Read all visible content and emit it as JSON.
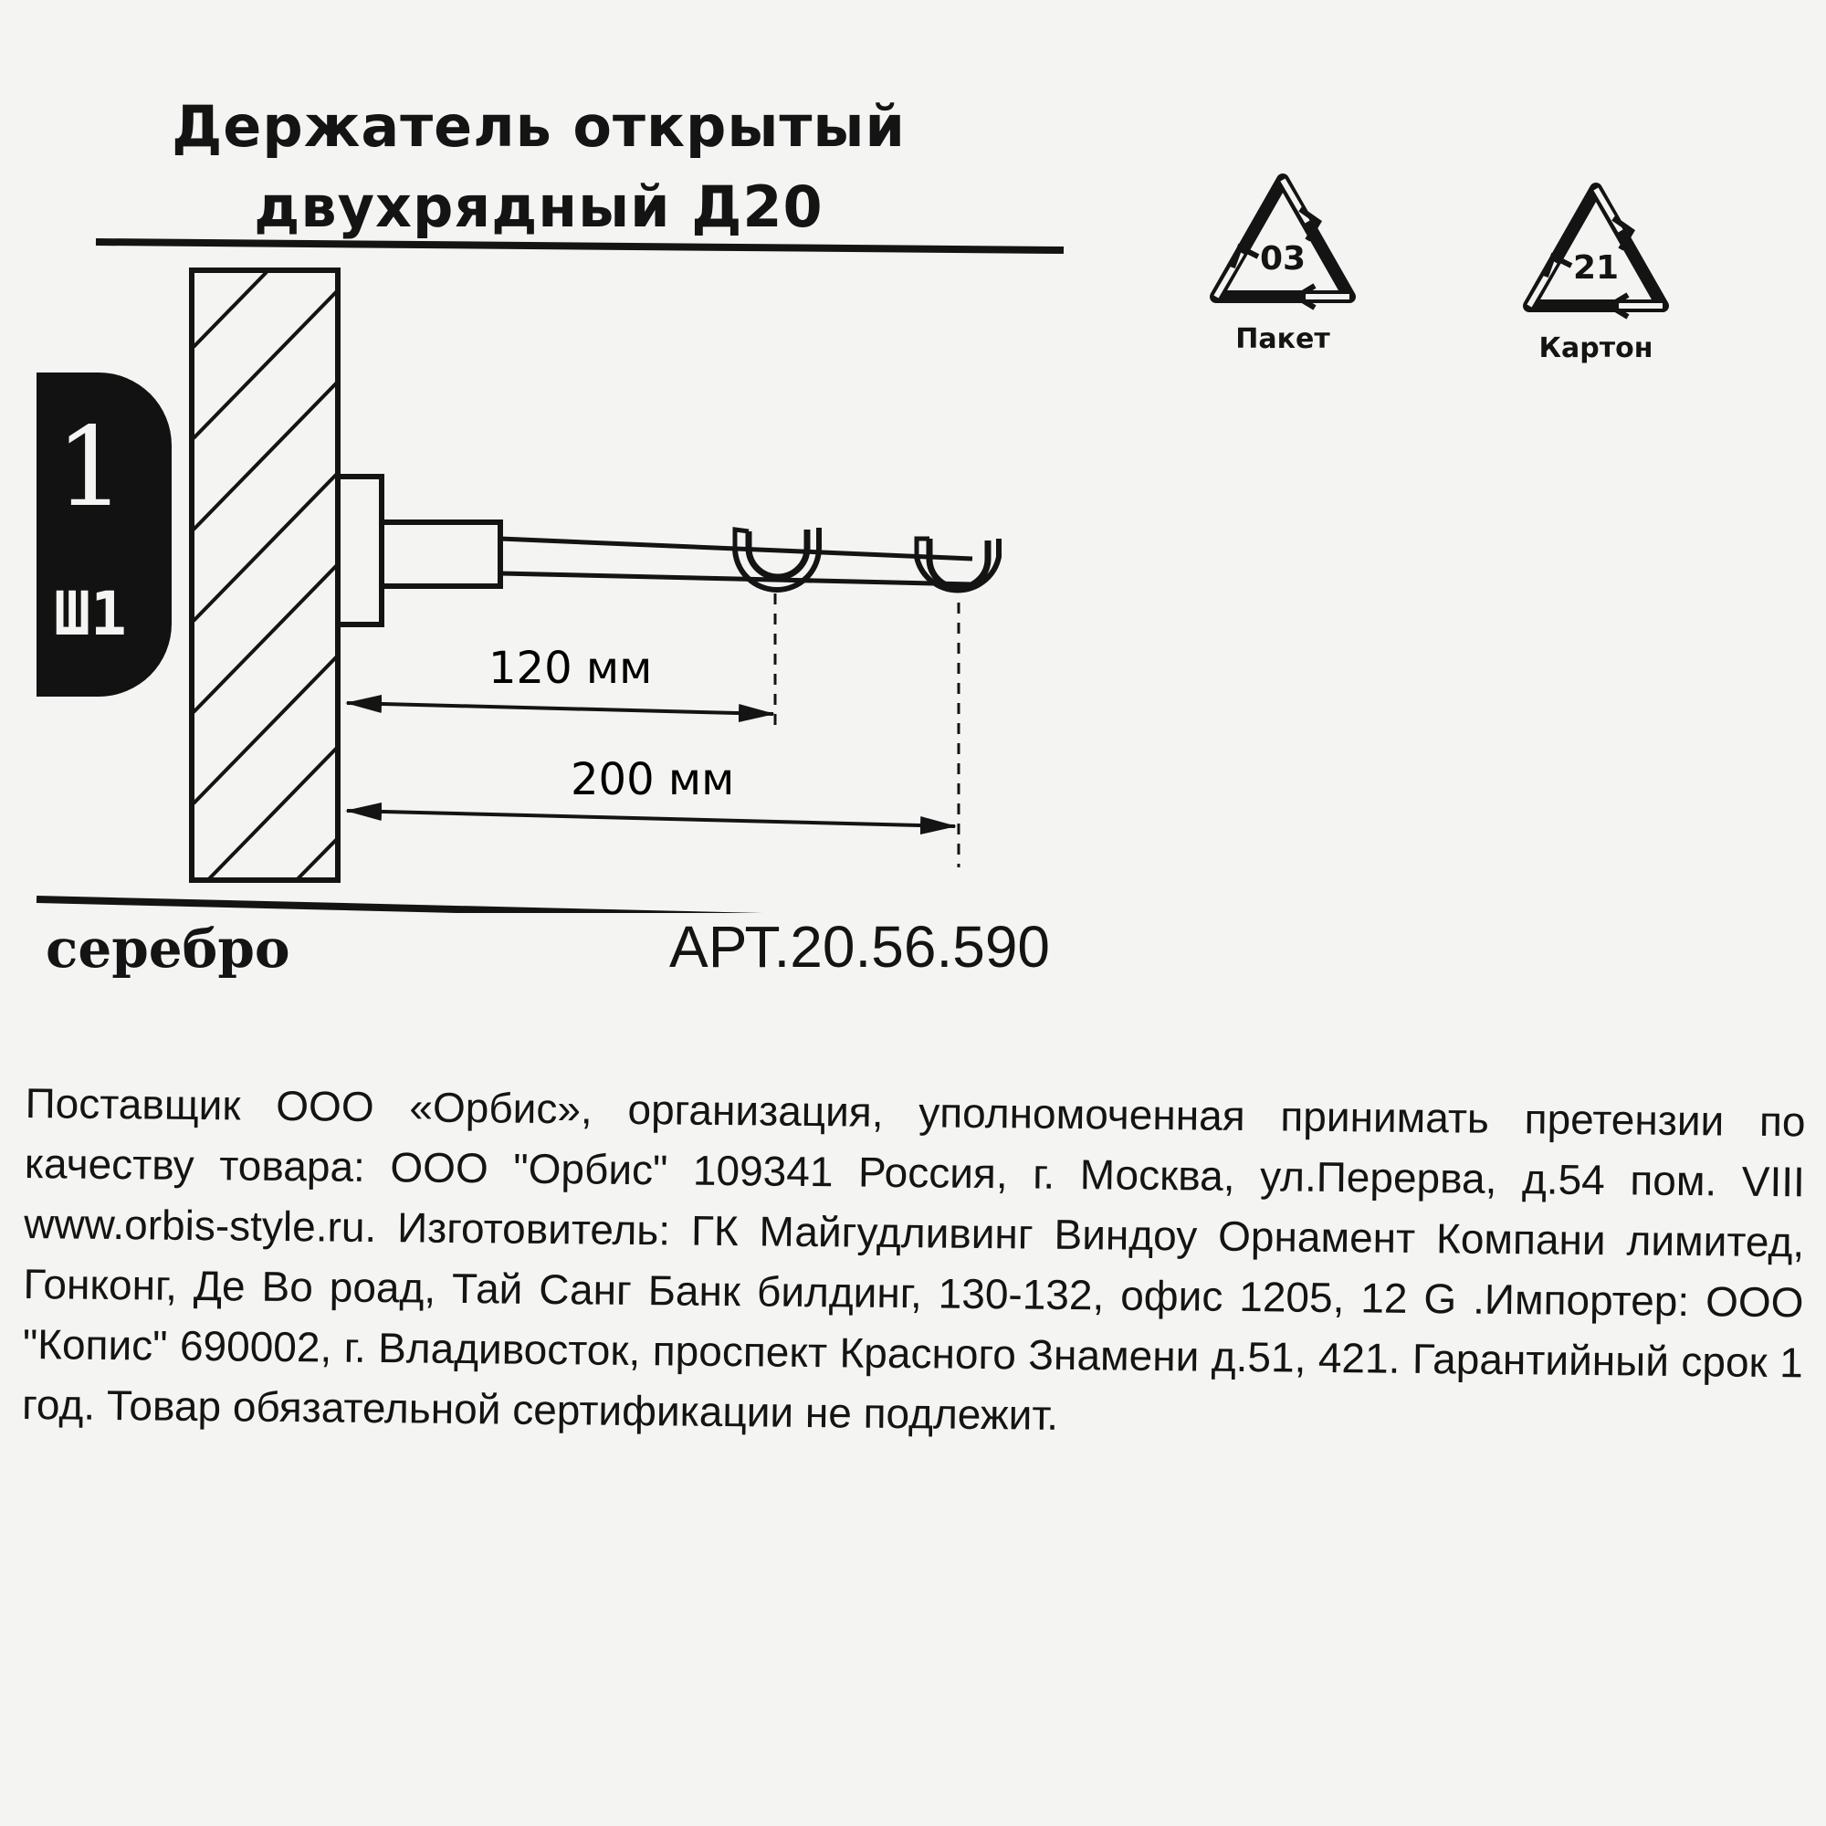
{
  "product": {
    "title_line1": "Держатель открытый",
    "title_line2": "двухрядный Д20",
    "badge_number": "1",
    "badge_code": "Ш1",
    "color": "серебро",
    "article": "АРТ.20.56.590"
  },
  "dimensions": {
    "inner_label": "120 мм",
    "outer_label": "200 мм"
  },
  "recycling": [
    {
      "code": "03",
      "label": "Пакет",
      "icon": "recycle-triangle-icon"
    },
    {
      "code": "21",
      "label": "Картон",
      "icon": "recycle-triangle-icon"
    }
  ],
  "supplier_text": "Поставщик ООО «Орбис», организация, уполномоченная принимать претензии по качеству товара: ООО \"Орбис\" 109341 Россия, г. Москва, ул.Перерва, д.54 пом. VIII www.orbis-style.ru. Изготовитель: ГК Майгудливинг Виндоу Орнамент Компани лимитед, Гонконг, Де Во роад, Тай Санг Банк билдинг, 130-132, офис 1205, 12 G .Импортер: ООО \"Копис\" 690002, г. Владивосток, проспект Красного Знамени д.51, 421. Гарантийный срок 1 год. Товар обязательной сертификации не подлежит."
}
